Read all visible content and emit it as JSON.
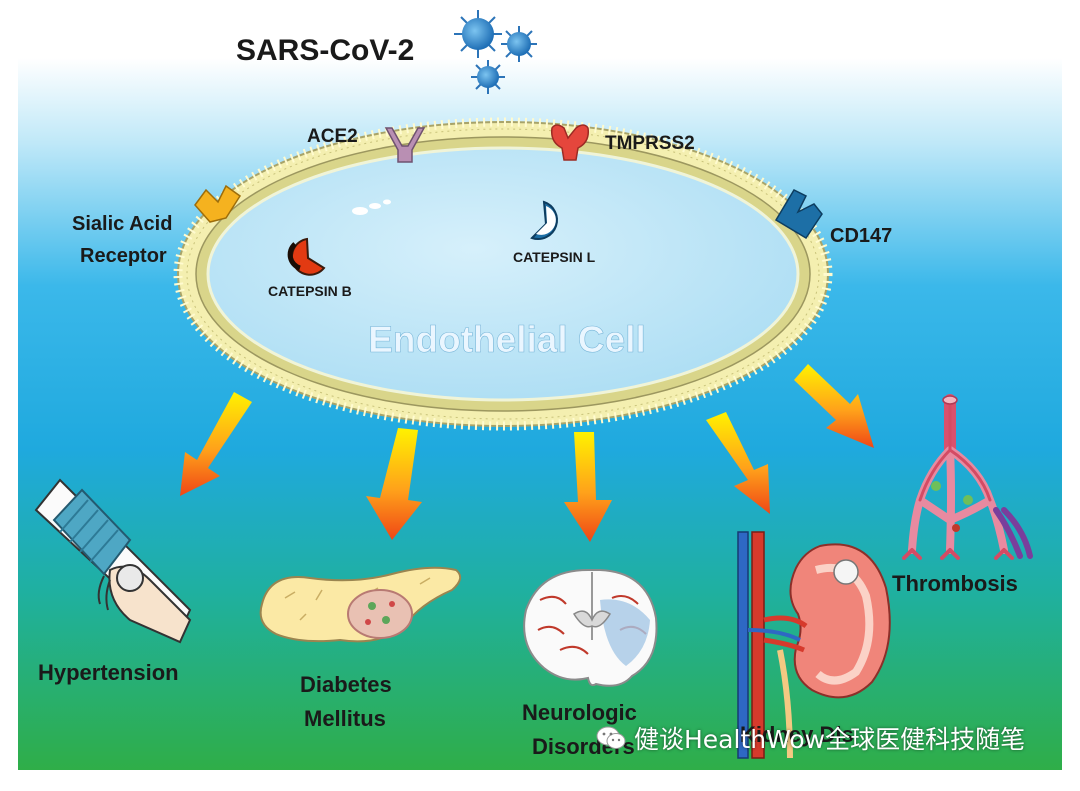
{
  "title": "SARS-CoV-2",
  "cell": {
    "name": "Endothelial Cell",
    "receptors": [
      "ACE2",
      "TMPRSS2",
      "Sialic Acid",
      "Receptor",
      "CD147"
    ],
    "proteases": [
      "CATEPSIN B",
      "CATEPSIN L"
    ]
  },
  "outcomes": [
    {
      "lines": [
        "Hypertension"
      ]
    },
    {
      "lines": [
        "Diabetes",
        "Mellitus"
      ]
    },
    {
      "lines": [
        "Neurologic",
        "Disorders"
      ]
    },
    {
      "lines": [
        "Kidney Dis"
      ]
    },
    {
      "lines": [
        "Thrombosis"
      ]
    }
  ],
  "watermark": "健谈HealthWow全球医健科技随笔",
  "colors": {
    "sky_top": "#ffffff",
    "sky_mid": "#24aee6",
    "ground": "#2fae48",
    "cell_fill": "#bfe6f8",
    "membrane": "#e8e39a",
    "arrow_top": "#ffe800",
    "arrow_bottom": "#f04a1a",
    "ace2": "#b98fb3",
    "tmprss2": "#e5463c",
    "sialic": "#f5b21f",
    "cd147": "#1d6fa6"
  }
}
